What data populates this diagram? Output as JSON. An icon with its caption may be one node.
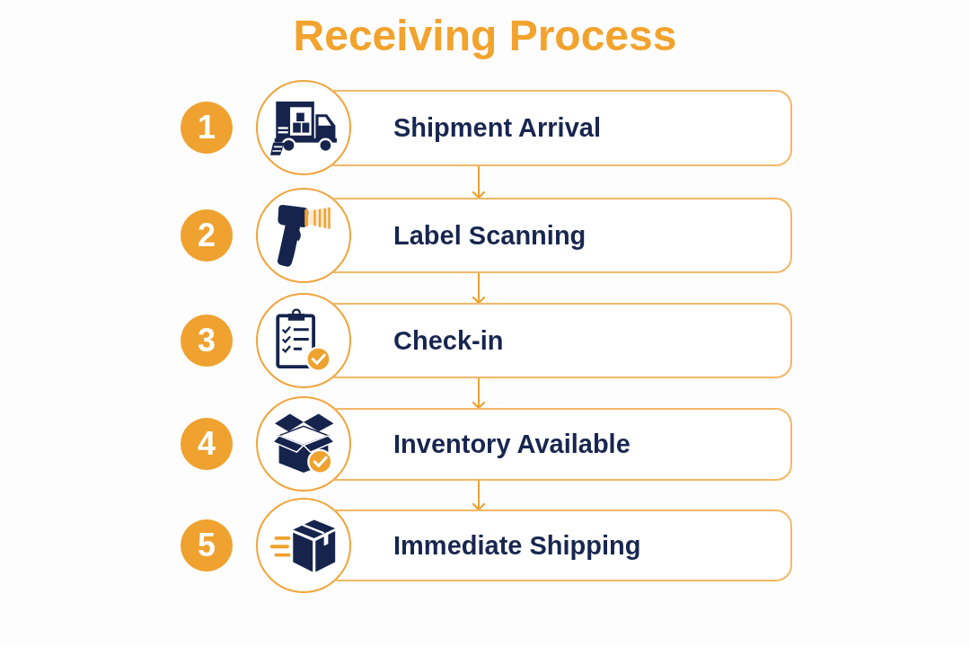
{
  "diagram": {
    "title": "Receiving Process",
    "nodes": [
      {
        "text": [
          "1"
        ]
      },
      {
        "text": [],
        "shape": "picture"
      },
      {
        "text": [
          "Shipment Arrival"
        ]
      },
      {
        "text": [
          "2"
        ]
      },
      {
        "text": [],
        "shape": "picture"
      },
      {
        "text": [
          "Label Scanning"
        ]
      },
      {
        "text": [
          "3"
        ]
      },
      {
        "text": [],
        "shape": "picture"
      },
      {
        "text": [
          "Check-in"
        ]
      },
      {
        "text": [
          "4"
        ]
      },
      {
        "text": [],
        "shape": "picture"
      },
      {
        "text": [
          "Inventory Available"
        ]
      },
      {
        "text": [
          "5"
        ]
      },
      {
        "text": [],
        "shape": "picture"
      },
      {
        "text": [
          "Immediate Shipping"
        ]
      }
    ],
    "edges": [
      {
        "from": 2,
        "to": 5,
        "arrow": "to"
      },
      {
        "from": 5,
        "to": 8,
        "arrow": "to"
      },
      {
        "from": 8,
        "to": 11,
        "arrow": "to"
      },
      {
        "from": 11,
        "to": 14,
        "arrow": "to"
      }
    ]
  }
}
